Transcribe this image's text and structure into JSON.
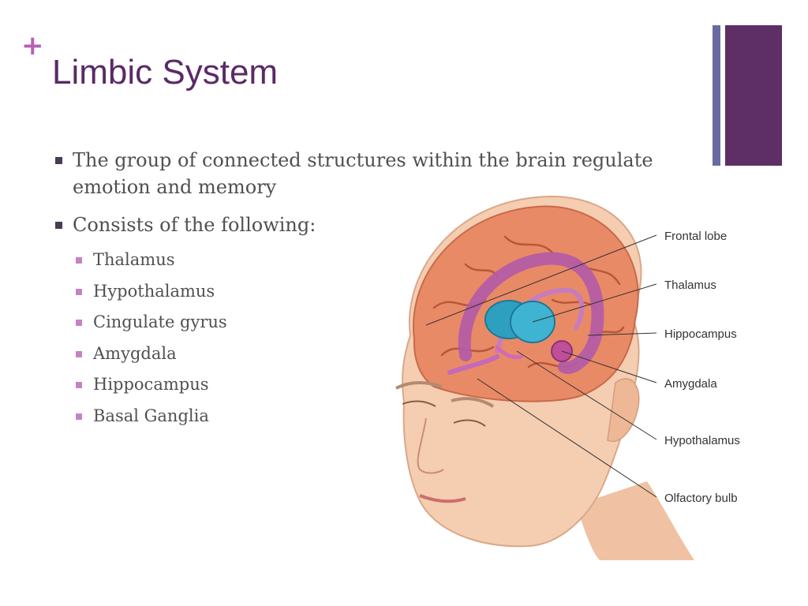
{
  "slide": {
    "plus": "+",
    "title": "Limbic System",
    "bullets": [
      "The group of connected structures within the brain regulate emotion and memory",
      "Consists of the following:"
    ],
    "sub_bullets": [
      "Thalamus",
      "Hypothalamus",
      "Cingulate gyrus",
      "Amygdala",
      "Hippocampus",
      "Basal Ganglia"
    ]
  },
  "diagram": {
    "labels": [
      "Frontal lobe",
      "Thalamus",
      "Hippocampus",
      "Amygdala",
      "Hypothalamus",
      "Olfactory bulb"
    ]
  },
  "colors": {
    "title": "#5a2a66",
    "accent_plus": "#b85fb8",
    "deco_dark": "#5e2f67",
    "deco_light": "#6a6aa2"
  }
}
